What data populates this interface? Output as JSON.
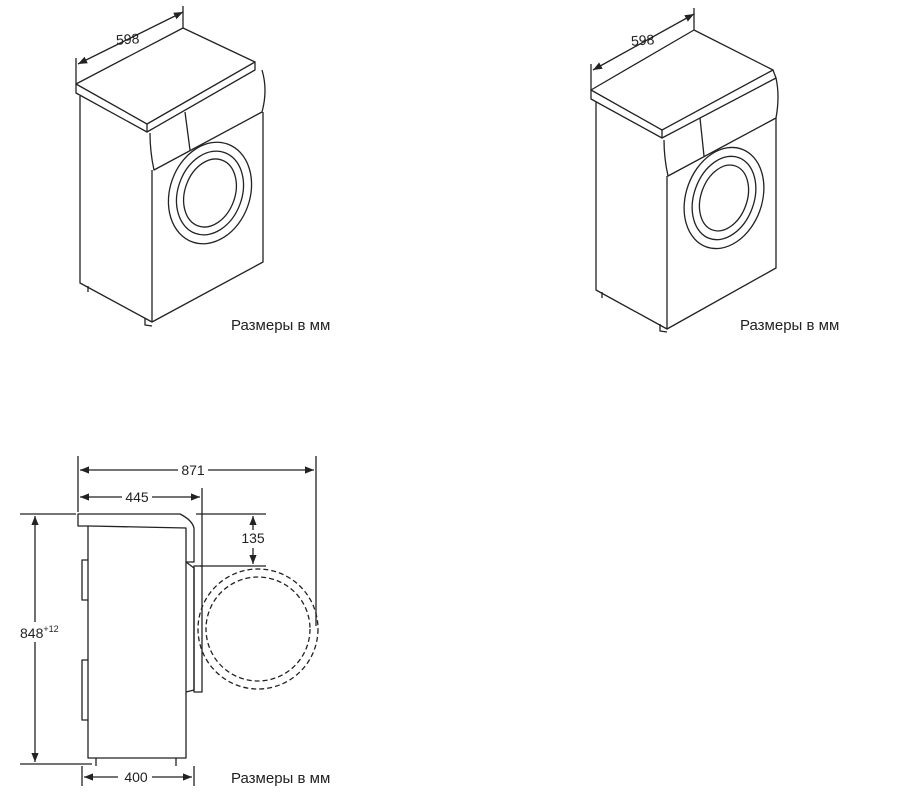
{
  "caption": "Размеры в мм",
  "views": {
    "front_left": {
      "width_label": "598"
    },
    "front_right": {
      "width_label": "598"
    },
    "side": {
      "total_depth_label": "871",
      "body_depth_label": "445",
      "door_offset_label": "135",
      "height_label": "848",
      "height_tolerance_label": "+12",
      "foot_span_label": "400"
    }
  }
}
